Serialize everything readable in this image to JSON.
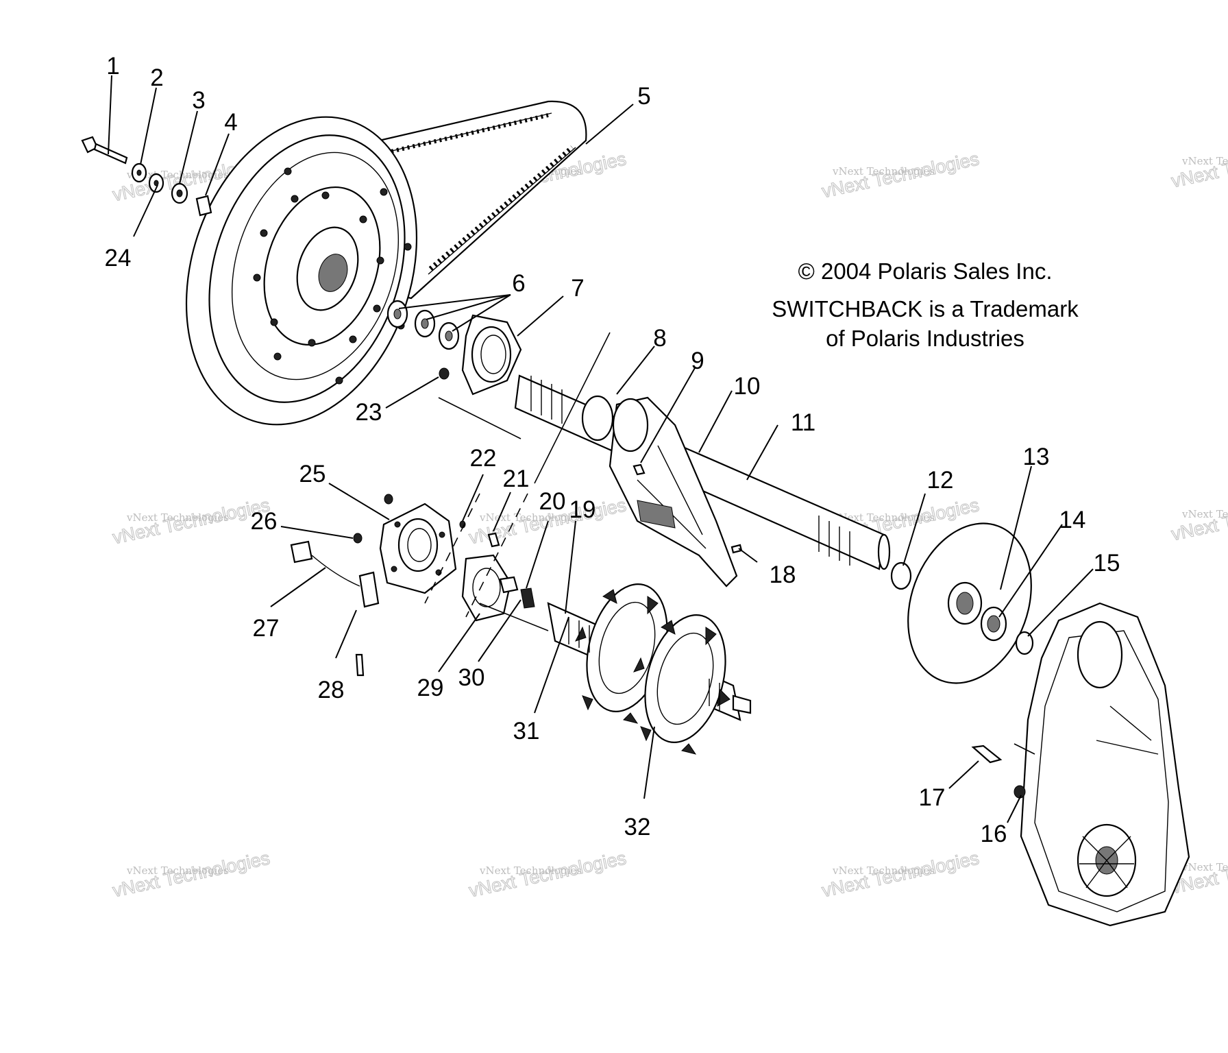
{
  "copyright": {
    "line1": "© 2004 Polaris Sales Inc.",
    "line2": "SWITCHBACK is a Trademark",
    "line3": "of Polaris Industries"
  },
  "watermark": {
    "small": "vNext Technologies",
    "large": "vNext Technologies"
  },
  "callouts": [
    "1",
    "2",
    "3",
    "4",
    "5",
    "6",
    "7",
    "8",
    "9",
    "10",
    "11",
    "12",
    "13",
    "14",
    "15",
    "16",
    "17",
    "18",
    "19",
    "20",
    "21",
    "22",
    "23",
    "24",
    "25",
    "26",
    "27",
    "28",
    "29",
    "30",
    "31",
    "32"
  ]
}
